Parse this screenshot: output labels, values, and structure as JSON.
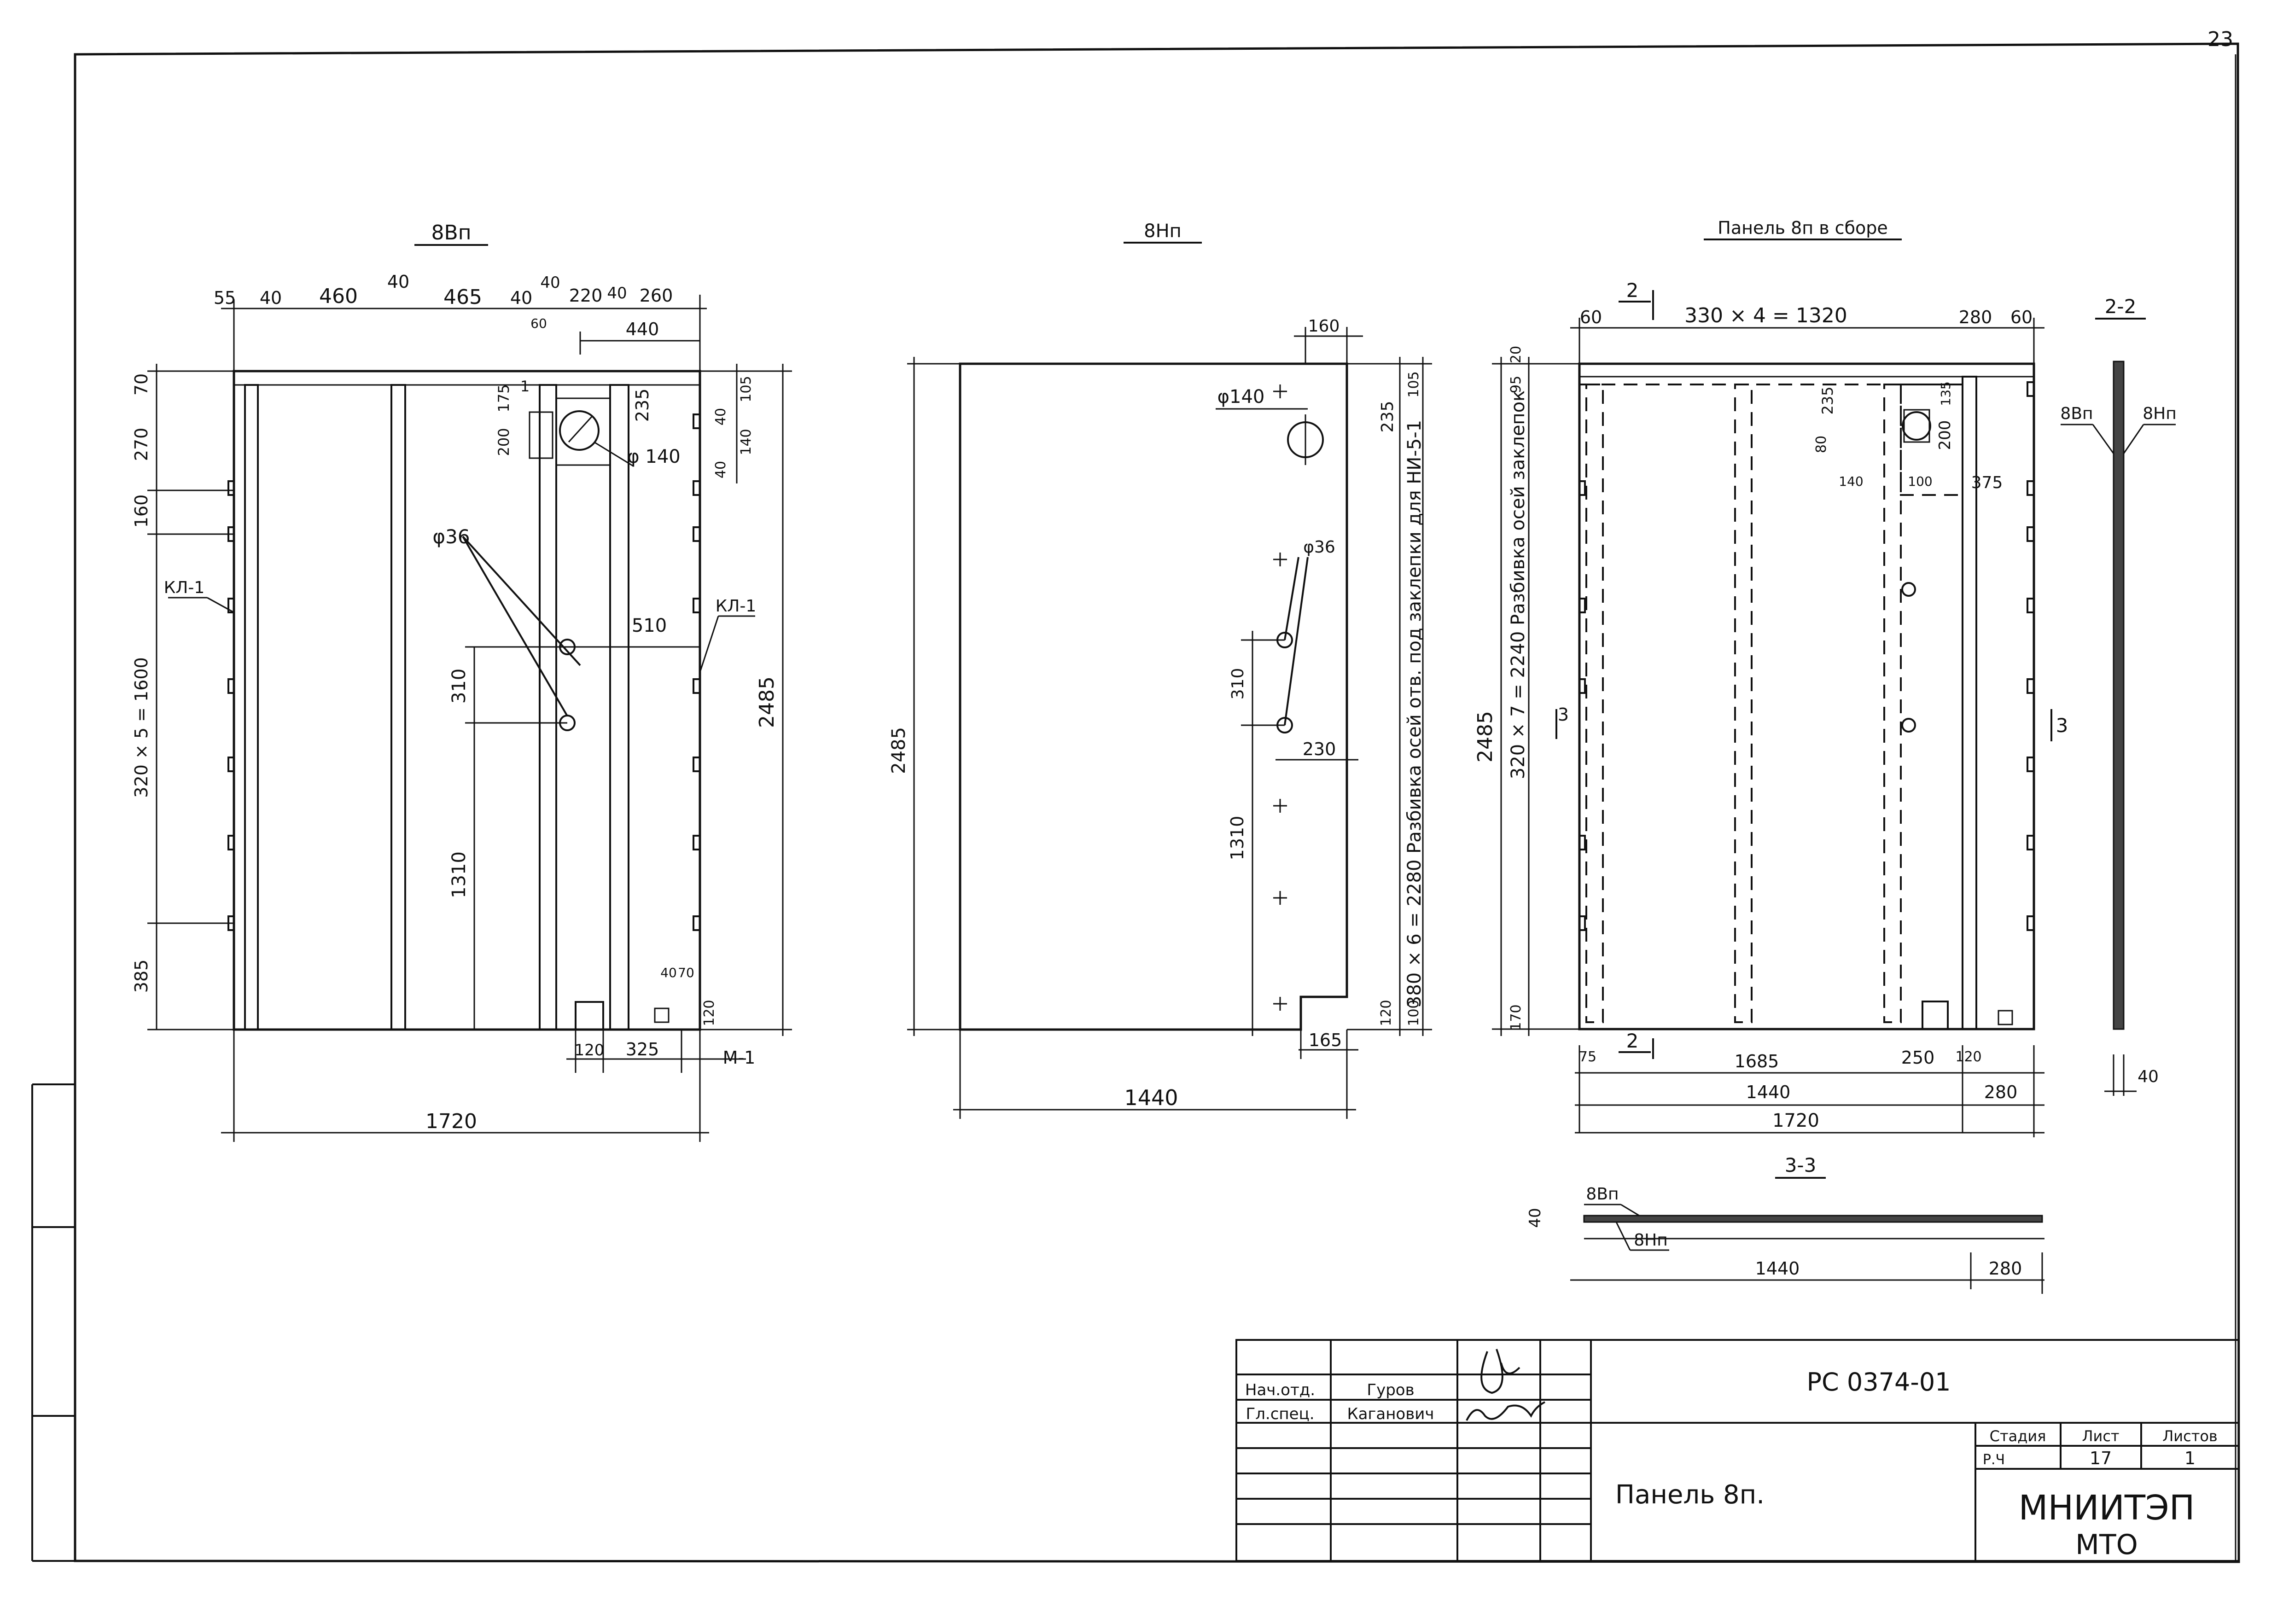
{
  "sheet": {
    "page_number": "23"
  },
  "views": {
    "v1": {
      "title": "8Вп",
      "dims_top": [
        "55",
        "40",
        "460",
        "40",
        "465",
        "40",
        "40",
        "220",
        "40",
        "260"
      ],
      "dim_440": "440",
      "dims_left": [
        "70",
        "270",
        "160",
        "320 × 5 = 1600",
        "385"
      ],
      "dim_right": "2485",
      "dims_right_top": [
        "105",
        "40",
        "40",
        "140"
      ],
      "dims_inner": [
        "175",
        "200",
        "1",
        "60",
        "235"
      ],
      "hole_large": "φ 140",
      "hole_small": "φ36",
      "dim_510": "510",
      "dim_310": "310",
      "dim_1310": "1310",
      "kl_left": "КЛ-1",
      "kl_right": "КЛ-1",
      "dims_bottom_small": [
        "40",
        "70",
        "120"
      ],
      "dims_bottom": [
        "120",
        "325"
      ],
      "m1": "М-1",
      "dim_total": "1720"
    },
    "v2": {
      "title": "8Нп",
      "dim_160": "160",
      "hole_large": "φ140",
      "hole_small": "φ36",
      "dim_235": "235",
      "dim_105": "105",
      "vertical_note": "380 × 6 = 2280 Разбивка осей отв. под заклепки для НИ-5-1",
      "dim_2485": "2485",
      "dim_310": "310",
      "dim_230": "230",
      "dim_1310": "1310",
      "dim_120": "120",
      "dim_100": "100",
      "dim_165": "165",
      "dim_1440": "1440"
    },
    "v3": {
      "title": "Панель 8п в сборе",
      "section_mark": "2",
      "dims_top": [
        "60",
        "330 × 4 = 1320",
        "280",
        "60"
      ],
      "dims_left_top": [
        "20",
        "95"
      ],
      "dim_2485": "2485",
      "vertical_note": "320 × 7 = 2240 Разбивка осей заклепок",
      "dim_170": "170",
      "section_mark_3": "3",
      "inner_dims": [
        "235",
        "80",
        "140",
        "100",
        "375",
        "200",
        "135"
      ],
      "dims_bottom": [
        "75",
        "1685",
        "250",
        "120"
      ],
      "dim_1440": "1440",
      "dim_280": "280",
      "dim_1720": "1720"
    },
    "sec22": {
      "title": "2-2",
      "label_a": "8Вп",
      "label_b": "8Нп",
      "dim": "40"
    },
    "sec33": {
      "title": "3-3",
      "label_a": "8Вп",
      "label_b": "8Нп",
      "dim_40": "40",
      "dim_1440": "1440",
      "dim_280": "280"
    }
  },
  "title_block": {
    "code": "РС 0374-01",
    "role_1": "Нач.отд.",
    "name_1": "Гуров",
    "role_2": "Гл.спец.",
    "name_2": "Каганович",
    "drawing_title": "Панель 8п.",
    "col_stage": "Стадия",
    "col_sheet": "Лист",
    "col_sheets": "Листов",
    "stage": "Р.Ч",
    "sheet": "17",
    "sheets": "1",
    "org_1": "МНИИТЭП",
    "org_2": "МТО"
  }
}
